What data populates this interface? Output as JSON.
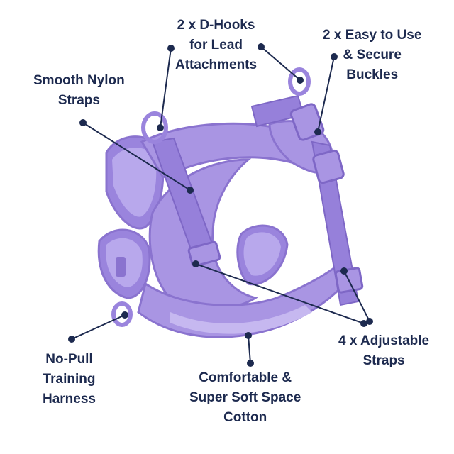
{
  "labels": {
    "d_hooks": [
      "2 x D-Hooks",
      "for Lead",
      "Attachments"
    ],
    "buckles": [
      "2 x Easy to Use",
      "& Secure",
      "Buckles"
    ],
    "nylon_straps": [
      "Smooth Nylon",
      "Straps"
    ],
    "adjustable_straps": [
      "4 x Adjustable",
      "Straps"
    ],
    "no_pull": [
      "No-Pull",
      "Training",
      "Harness"
    ],
    "cotton": [
      "Comfortable &",
      "Super Soft Space",
      "Cotton"
    ]
  },
  "colors": {
    "text": "#1d2a4f",
    "leader": "#1d2a4f",
    "harness_body": "#a995e3",
    "harness_shade": "#8a73cf",
    "harness_light": "#c6b8f0",
    "strap": "#9680da"
  }
}
